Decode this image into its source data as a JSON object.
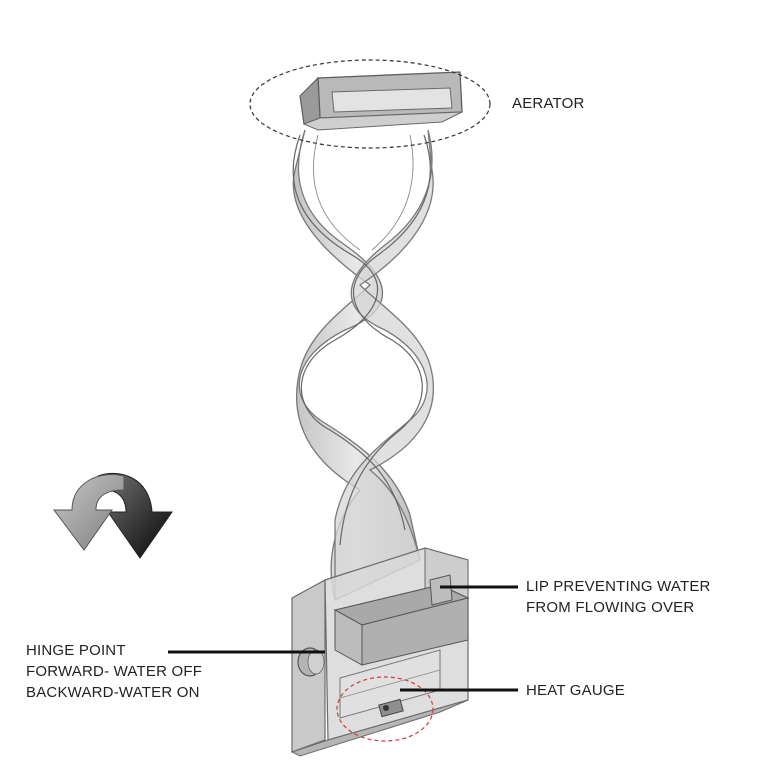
{
  "labels": {
    "aerator": "AERATOR",
    "lip": [
      "LIP PREVENTING WATER",
      "FROM FLOWING OVER"
    ],
    "hinge": [
      "HINGE POINT",
      "FORWARD- WATER OFF",
      "BACKWARD-WATER ON"
    ],
    "heat_gauge": "HEAT GAUGE"
  },
  "icons": {
    "rotation": "rotate-arrows-icon"
  },
  "colors": {
    "shell": "#cfcfcf",
    "shell_stroke": "#6f6f6f",
    "callout_line": "#111111",
    "aerator_ellipse": "#333333",
    "gauge_ellipse": "#d23a3a",
    "arrow_dark": "#111111",
    "arrow_light": "#9a9a9a"
  }
}
